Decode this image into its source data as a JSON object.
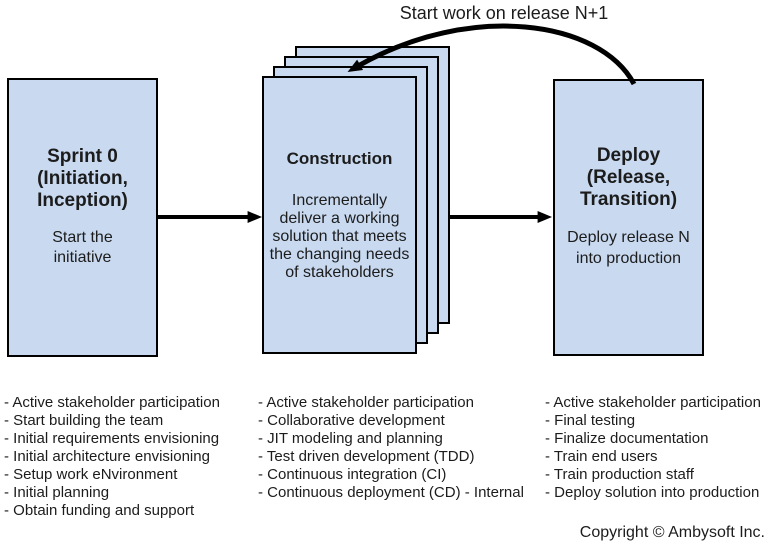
{
  "colors": {
    "box_fill": "#c8d9f0",
    "box_border": "#000000",
    "arrow": "#000000",
    "text": "#1c1c1c",
    "background": "#ffffff"
  },
  "top_label": "Start work on release N+1",
  "phases": {
    "sprint0": {
      "title": "Sprint 0\n(Initiation,\nInception)",
      "body": "Start the\ninitiative"
    },
    "construction": {
      "title": "Construction",
      "body": "Incrementally\ndeliver a working\nsolution that meets\nthe changing needs\nof stakeholders"
    },
    "deploy": {
      "title": "Deploy\n(Release,\nTransition)",
      "body": "Deploy release N\ninto production"
    }
  },
  "activities": {
    "sprint0": {
      "items": [
        "- Active stakeholder participation",
        "- Start building the team",
        "- Initial requirements envisioning",
        "- Initial architecture envisioning",
        "- Setup work eNvironment",
        "- Initial planning",
        "- Obtain funding and support"
      ]
    },
    "construction": {
      "items": [
        "- Active stakeholder participation",
        "- Collaborative development",
        "- JIT modeling and planning",
        "- Test driven development (TDD)",
        "- Continuous integration (CI)",
        "- Continuous deployment (CD) - Internal"
      ]
    },
    "deploy": {
      "items": [
        "- Active stakeholder participation",
        "- Final testing",
        "- Finalize documentation",
        "- Train end users",
        "- Train production staff",
        "- Deploy solution into production"
      ]
    }
  },
  "footer": {
    "copyright": "Copyright © Ambysoft Inc."
  }
}
